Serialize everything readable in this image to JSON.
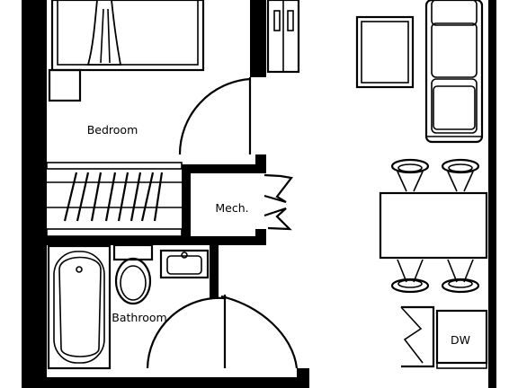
{
  "rooms": {
    "bedroom": "Bedroom",
    "mech": "Mech.",
    "bathroom": "Bathroom",
    "dishwasher": "DW"
  }
}
